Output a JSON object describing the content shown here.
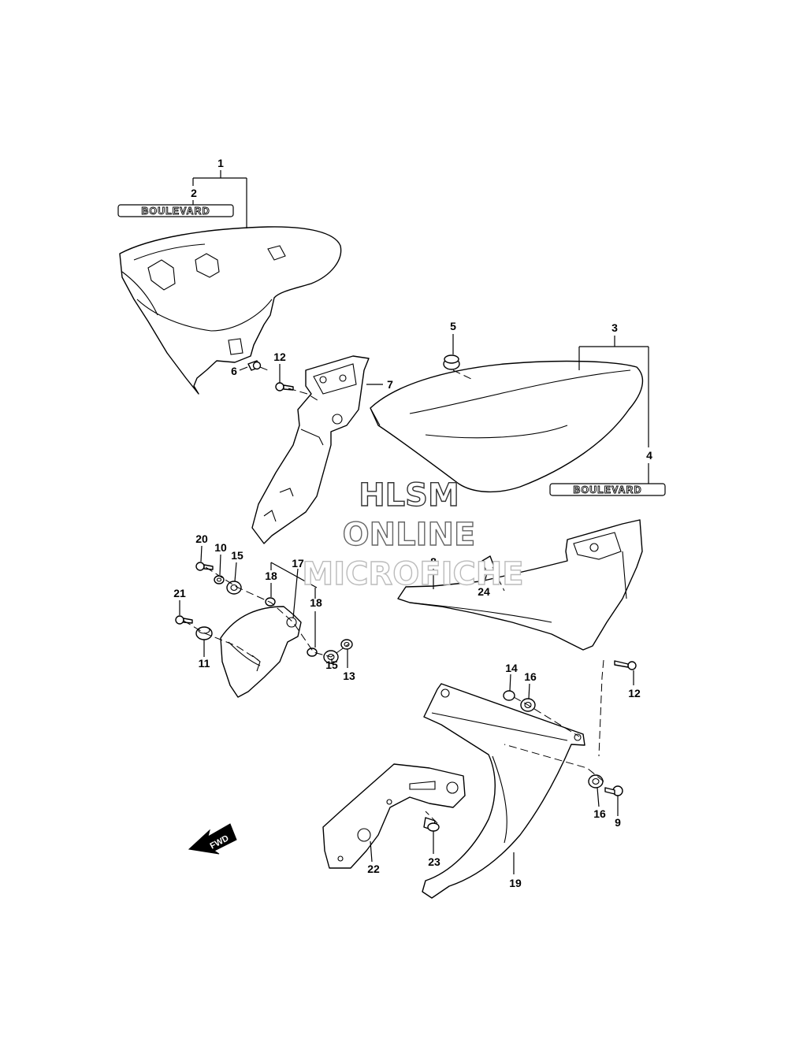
{
  "emblem": {
    "text": "BOULEVARD"
  },
  "watermark": {
    "line1": "HLSM",
    "line2": "ONLINE",
    "line3": "MICROFICHE"
  },
  "direction_arrow": {
    "text": "FWD",
    "icon": "fwd-arrow-icon"
  },
  "callouts": {
    "c1": "1",
    "c2": "2",
    "c3": "3",
    "c4": "4",
    "c5": "5",
    "c6": "6",
    "c7": "7",
    "c8": "8",
    "c9": "9",
    "c10": "10",
    "c11": "11",
    "c12a": "12",
    "c12b": "12",
    "c13": "13",
    "c14": "14",
    "c15a": "15",
    "c15b": "15",
    "c16a": "16",
    "c16b": "16",
    "c17": "17",
    "c18a": "18",
    "c18b": "18",
    "c19": "19",
    "c20": "20",
    "c21": "21",
    "c22": "22",
    "c23": "23",
    "c24": "24"
  },
  "colors": {
    "line": "#000000",
    "background": "#ffffff",
    "watermark_outline": "#555555"
  }
}
